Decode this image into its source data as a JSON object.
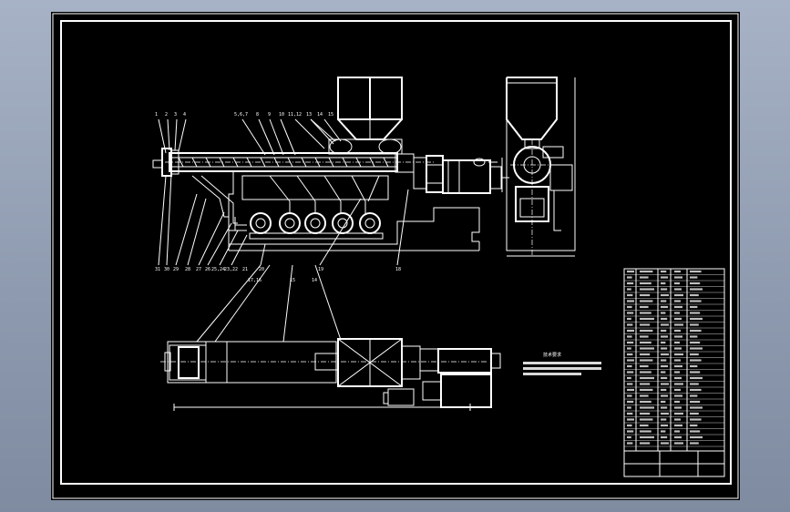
{
  "drawing": {
    "notes_title": "技术要求",
    "notes_lines": [
      "1.",
      "2.",
      "3."
    ],
    "title_block": {
      "name_cell": "",
      "scale_cell": "",
      "sheet_cell": ""
    },
    "callouts_top": [
      "1",
      "2",
      "3",
      "4",
      "5,6,7",
      "8",
      "9",
      "10",
      "11,12",
      "13",
      "14",
      "15"
    ],
    "callouts_bottom": [
      "31",
      "30",
      "29",
      "28",
      "27",
      "26",
      "25,24",
      "23,22",
      "21",
      "20",
      "19",
      "18"
    ],
    "callouts_plan": [
      "17,16",
      "15",
      "14"
    ],
    "colors": {
      "paper": "#000000",
      "line": "#ffffff",
      "frame_bg": "#95a1b5"
    }
  }
}
